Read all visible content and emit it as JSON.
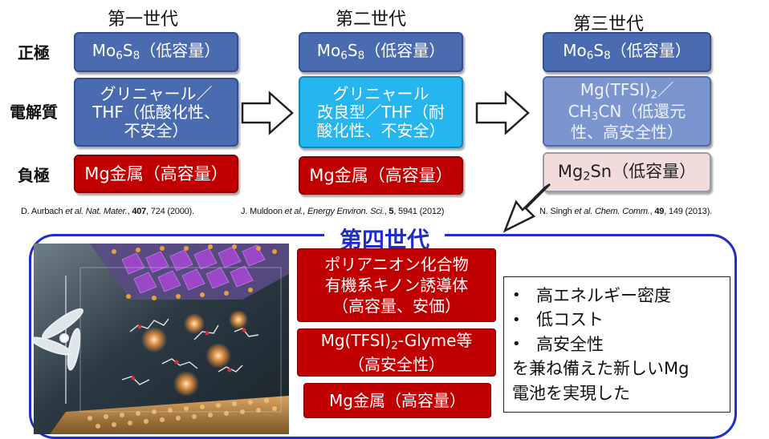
{
  "generations": [
    {
      "title": "第一世代"
    },
    {
      "title": "第二世代"
    },
    {
      "title": "第三世代"
    }
  ],
  "row_labels": {
    "cathode": "正極",
    "electrolyte": "電解質",
    "anode": "負極"
  },
  "gen1": {
    "cathode_main": "Mo",
    "cathode_sub1": "6",
    "cathode_mid": "S",
    "cathode_sub2": "8",
    "cathode_rest": "（低容量）",
    "electrolyte_lines": [
      "グリニャール／",
      "THF（低酸化性、",
      "不安全）"
    ],
    "anode": "Mg金属（高容量）"
  },
  "gen2": {
    "cathode_main": "Mo",
    "cathode_sub1": "6",
    "cathode_mid": "S",
    "cathode_sub2": "8",
    "cathode_rest": "（低容量）",
    "electrolyte_lines": [
      "グリニャール",
      "改良型／THF（耐",
      "酸化性、不安全）"
    ],
    "anode": "Mg金属（高容量）"
  },
  "gen3": {
    "cathode_main": "Mo",
    "cathode_sub1": "6",
    "cathode_mid": "S",
    "cathode_sub2": "8",
    "cathode_rest": "（低容量）",
    "electrolyte_l1_main": "Mg(TFSI)",
    "electrolyte_l1_sub": "2",
    "electrolyte_l1_rest": "／",
    "electrolyte_l2_main": "CH",
    "electrolyte_l2_sub": "3",
    "electrolyte_l2_rest": "CN（低還元",
    "electrolyte_l3": "性、高安全性）",
    "anode_main": "Mg",
    "anode_sub": "2",
    "anode_rest": "Sn（低容量）"
  },
  "references": {
    "ref1_a": "D. Aurbach ",
    "ref1_etal": "et al.",
    "ref1_journal": " Nat. Mater.",
    "ref1_vol": "407",
    "ref1_rest": ", 724 (2000).",
    "ref2_a": "  J. Muldoon ",
    "ref2_etal": "et al.",
    "ref2_journal": ", Energy Environ. Sci.",
    "ref2_vol": "5",
    "ref2_rest": ", 5941 (2012)",
    "ref3_a": "N. Singh ",
    "ref3_etal": "et al.",
    "ref3_journal": " Chem. Comm.",
    "ref3_vol": "49",
    "ref3_rest": ", 149 (2013)."
  },
  "gen4": {
    "title": "第四世代",
    "cathode_lines": [
      "ポリアニオン化合物",
      "有機系キノン誘導体",
      "（高容量、安価）"
    ],
    "electrolyte_main": "Mg(TFSI)",
    "electrolyte_sub": "2",
    "electrolyte_rest": "-Glyme等",
    "electrolyte_line2": "（高安全性）",
    "anode": "Mg金属（高容量）",
    "features": [
      "高エネルギー密度",
      "低コスト",
      "高安全性"
    ],
    "bullet": "•",
    "summary_lines": [
      "を兼ね備えた新しいMg",
      "電池を実現した"
    ]
  },
  "colors": {
    "cathode_blue": "#4a6bb0",
    "gen2_electrolyte": "#25b5ef",
    "gen3_electrolyte": "#7b96cf",
    "anode_red": "#c00000",
    "gen3_anode": "#f2dcdb",
    "gen4_frame": "#1f2ec9"
  }
}
